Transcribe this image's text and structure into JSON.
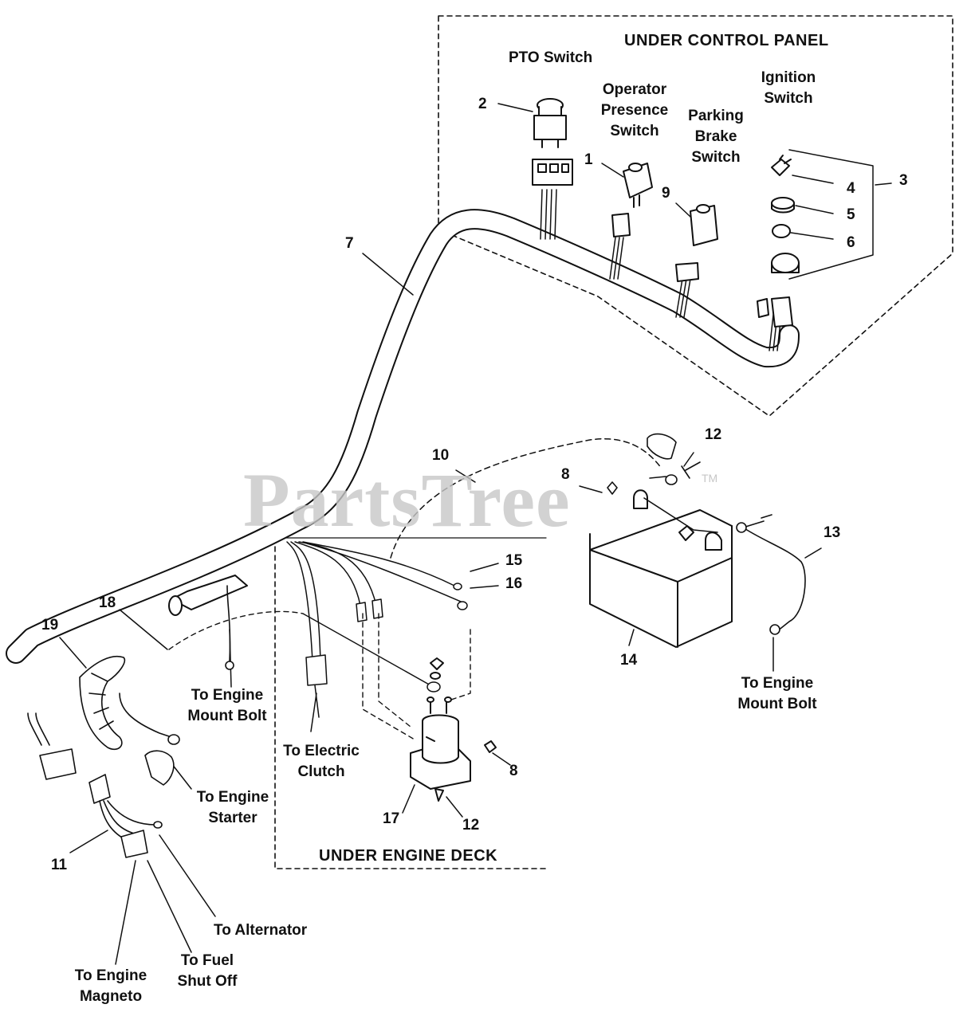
{
  "sections": {
    "control_panel": "UNDER CONTROL PANEL",
    "engine_deck": "UNDER ENGINE DECK"
  },
  "labels": {
    "pto_switch": "PTO Switch",
    "operator_presence_switch": [
      "Operator",
      "Presence",
      "Switch"
    ],
    "parking_brake_switch": [
      "Parking",
      "Brake",
      "Switch"
    ],
    "ignition_switch": [
      "Ignition",
      "Switch"
    ],
    "to_engine_mount_bolt_left": [
      "To Engine",
      "Mount Bolt"
    ],
    "to_engine_mount_bolt_right": [
      "To Engine",
      "Mount Bolt"
    ],
    "to_electric_clutch": [
      "To Electric",
      "Clutch"
    ],
    "to_engine_starter": [
      "To Engine",
      "Starter"
    ],
    "to_alternator": "To Alternator",
    "to_fuel_shut_off": [
      "To Fuel",
      "Shut Off"
    ],
    "to_engine_magneto": [
      "To Engine",
      "Magneto"
    ]
  },
  "callouts": {
    "c1": "1",
    "c2": "2",
    "c3": "3",
    "c4": "4",
    "c5": "5",
    "c6": "6",
    "c7": "7",
    "c8a": "8",
    "c8b": "8",
    "c9": "9",
    "c10": "10",
    "c11": "11",
    "c12a": "12",
    "c12b": "12",
    "c13": "13",
    "c14": "14",
    "c15": "15",
    "c16": "16",
    "c17": "17",
    "c18": "18",
    "c19": "19"
  },
  "watermark": "PartsTree",
  "trademark": "TM"
}
